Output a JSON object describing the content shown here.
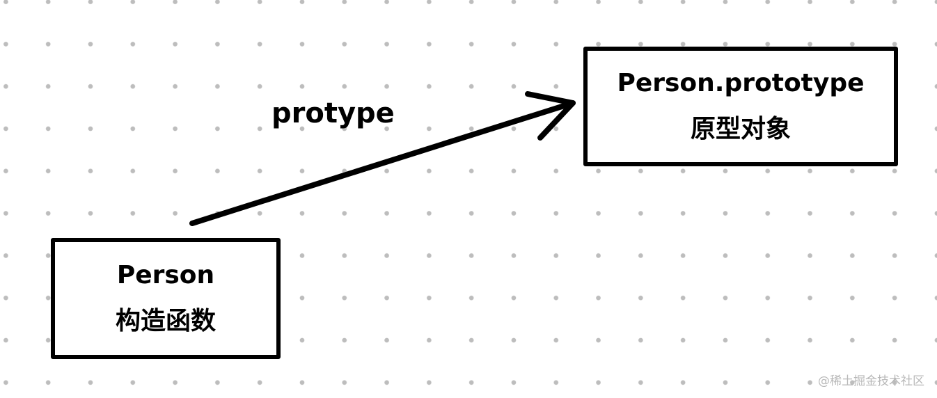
{
  "nodes": {
    "constructor": {
      "name": "Person",
      "caption": "构造函数"
    },
    "prototype": {
      "name": "Person.prototype",
      "caption": "原型对象"
    }
  },
  "edge": {
    "label": "protype",
    "from": "constructor",
    "to": "prototype"
  },
  "watermark": "@稀土掘金技术社区"
}
